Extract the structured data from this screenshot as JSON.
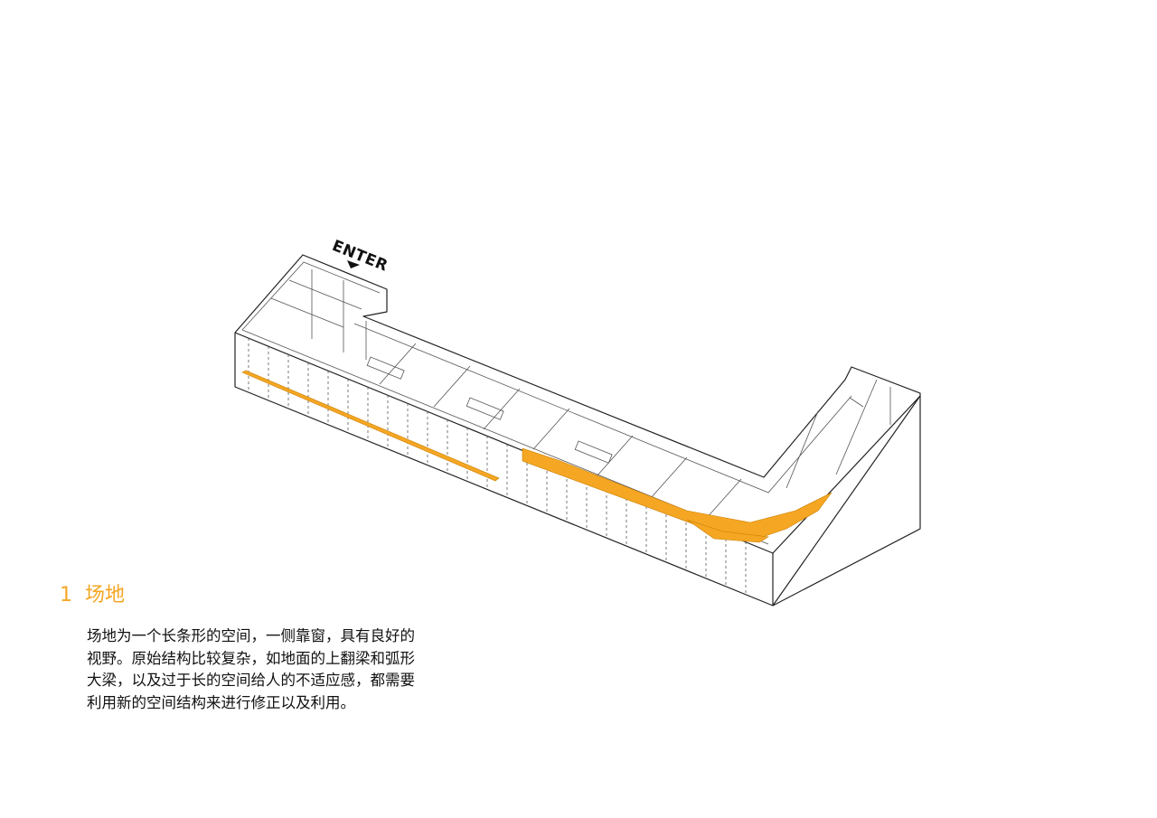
{
  "diagram": {
    "enter_label": "ENTER",
    "accent_color": "#f5a623",
    "line_color": "#222222"
  },
  "caption": {
    "number": "1",
    "title": "场地",
    "body": "场地为一个长条形的空间，一侧靠窗，具有良好的视野。原始结构比较复杂，如地面的上翻梁和弧形大梁，以及过于长的空间给人的不适应感，都需要利用新的空间结构来进行修正以及利用。"
  }
}
